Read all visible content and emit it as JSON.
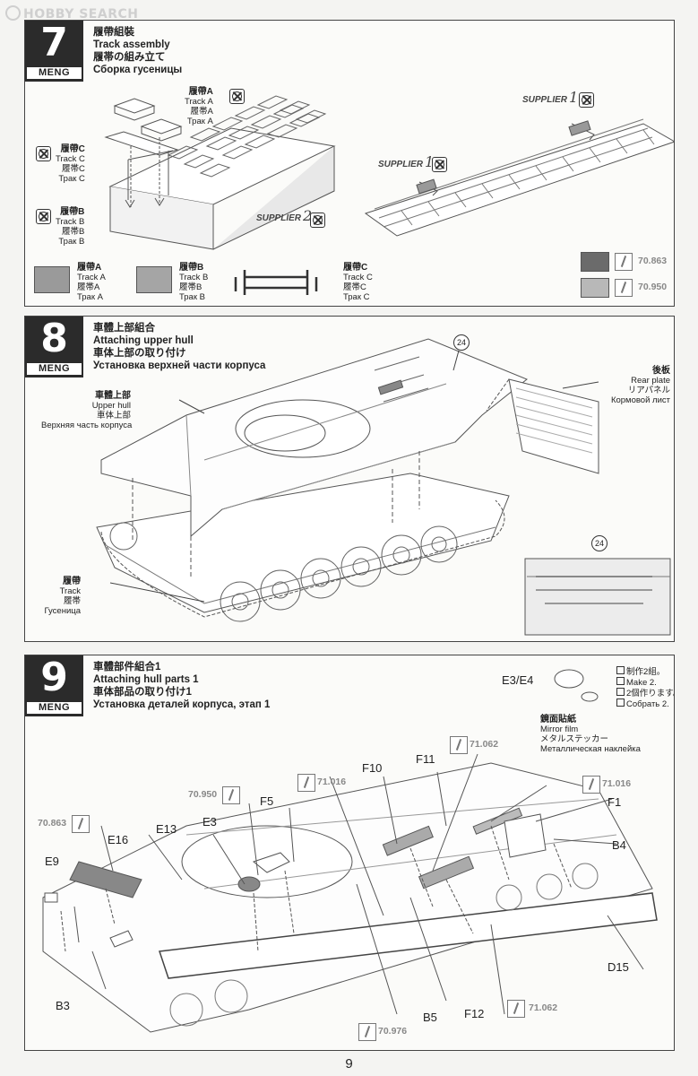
{
  "watermark": "HOBBY SEARCH",
  "page_number": "9",
  "steps": {
    "s7": {
      "number": "7",
      "brand": "MENG",
      "title_zh": "履帶組裝",
      "title_en": "Track assembly",
      "title_ja": "履帯の組み立て",
      "title_ru": "Сборка гусеницы",
      "labels": {
        "trackA": [
          "履帶A",
          "Track A",
          "履帯A",
          "Трак A"
        ],
        "trackC": [
          "履帶C",
          "Track C",
          "履帯C",
          "Трак C"
        ],
        "trackB": [
          "履帶B",
          "Track B",
          "履帯B",
          "Трак B"
        ]
      },
      "supplier_text": "SUPPLIER",
      "supplier_2": "2",
      "supplier_1": "1",
      "legend": {
        "a": [
          "履帶A",
          "Track A",
          "履帯A",
          "Трак A"
        ],
        "b": [
          "履帶B",
          "Track B",
          "履帯B",
          "Трак B"
        ],
        "c": [
          "履帶C",
          "Track C",
          "履帯C",
          "Трак C"
        ]
      },
      "paints": {
        "p1": "70.863",
        "p2": "70.950"
      },
      "colors": {
        "p1": "#6b6b6b",
        "p2": "#b8b8b8"
      }
    },
    "s8": {
      "number": "8",
      "brand": "MENG",
      "title_zh": "車體上部組合",
      "title_en": "Attaching upper hull",
      "title_ja": "車体上部の取り付け",
      "title_ru": "Установка верхней части корпуса",
      "labels": {
        "upper_hull": [
          "車體上部",
          "Upper hull",
          "車体上部",
          "Верхняя часть корпуса"
        ],
        "rear_plate": [
          "後板",
          "Rear plate",
          "リアパネル",
          "Кормовой лист"
        ],
        "track": [
          "履帶",
          "Track",
          "履帯",
          "Гусеница"
        ]
      },
      "callout": "24"
    },
    "s9": {
      "number": "9",
      "brand": "MENG",
      "title_zh": "車體部件組合1",
      "title_en": "Attaching hull parts 1",
      "title_ja": "車体部品の取り付け1",
      "title_ru": "Установка деталей корпуса, этап 1",
      "make": [
        "制作2組。",
        "Make 2.",
        "2個作ります。",
        "Собрать 2."
      ],
      "mirror": [
        "鏡面貼紙",
        "Mirror film",
        "メタルステッカー",
        "Металлическая наклейка"
      ],
      "parts": {
        "e3e4": "E3/E4",
        "f10": "F10",
        "f11": "F11",
        "f1": "F1",
        "b4": "B4",
        "f5": "F5",
        "e13": "E13",
        "e3": "E3",
        "e16": "E16",
        "e9": "E9",
        "b3": "B3",
        "b5": "B5",
        "f12": "F12",
        "d15": "D15"
      },
      "paints": {
        "p71062a": "71.062",
        "p71016a": "71.016",
        "p71016b": "71.016",
        "p70950": "70.950",
        "p70863": "70.863",
        "p71062b": "71.062",
        "p70976": "70.976"
      }
    }
  }
}
